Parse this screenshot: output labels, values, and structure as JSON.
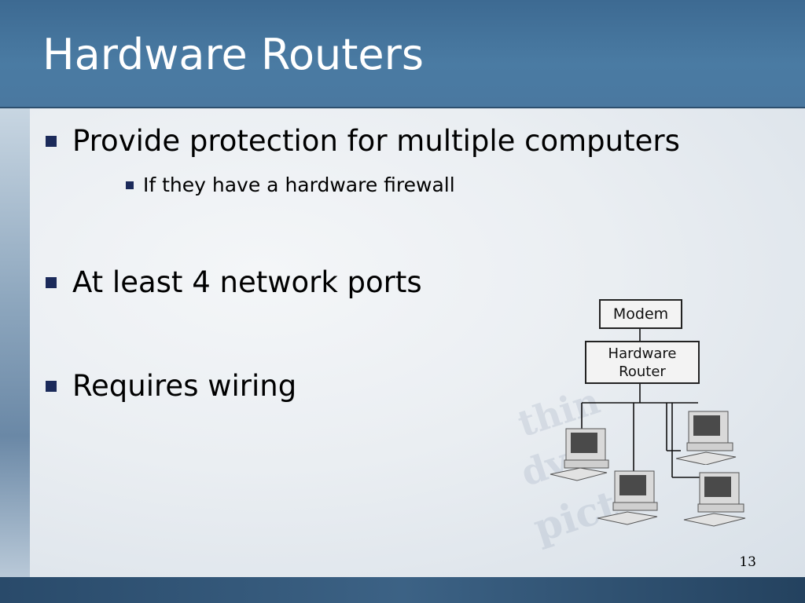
{
  "slide": {
    "title": "Hardware Routers",
    "slide_number": "13",
    "bullets": [
      {
        "text": "Provide protection for multiple computers",
        "sub": [
          {
            "text": "If they have a hardware firewall"
          }
        ]
      },
      {
        "text": "At least 4 network ports",
        "sub": []
      },
      {
        "text": "Requires wiring",
        "sub": []
      }
    ]
  },
  "diagram": {
    "modem_label": "Modem",
    "router_label_line1": "Hardware",
    "router_label_line2": "Router",
    "computer_icon": "desktop-computer-icon",
    "computer_count": 4
  },
  "colors": {
    "title_bar": "#4a78a0",
    "bullet": "#1b2a5a",
    "background": "#eaeef2"
  }
}
